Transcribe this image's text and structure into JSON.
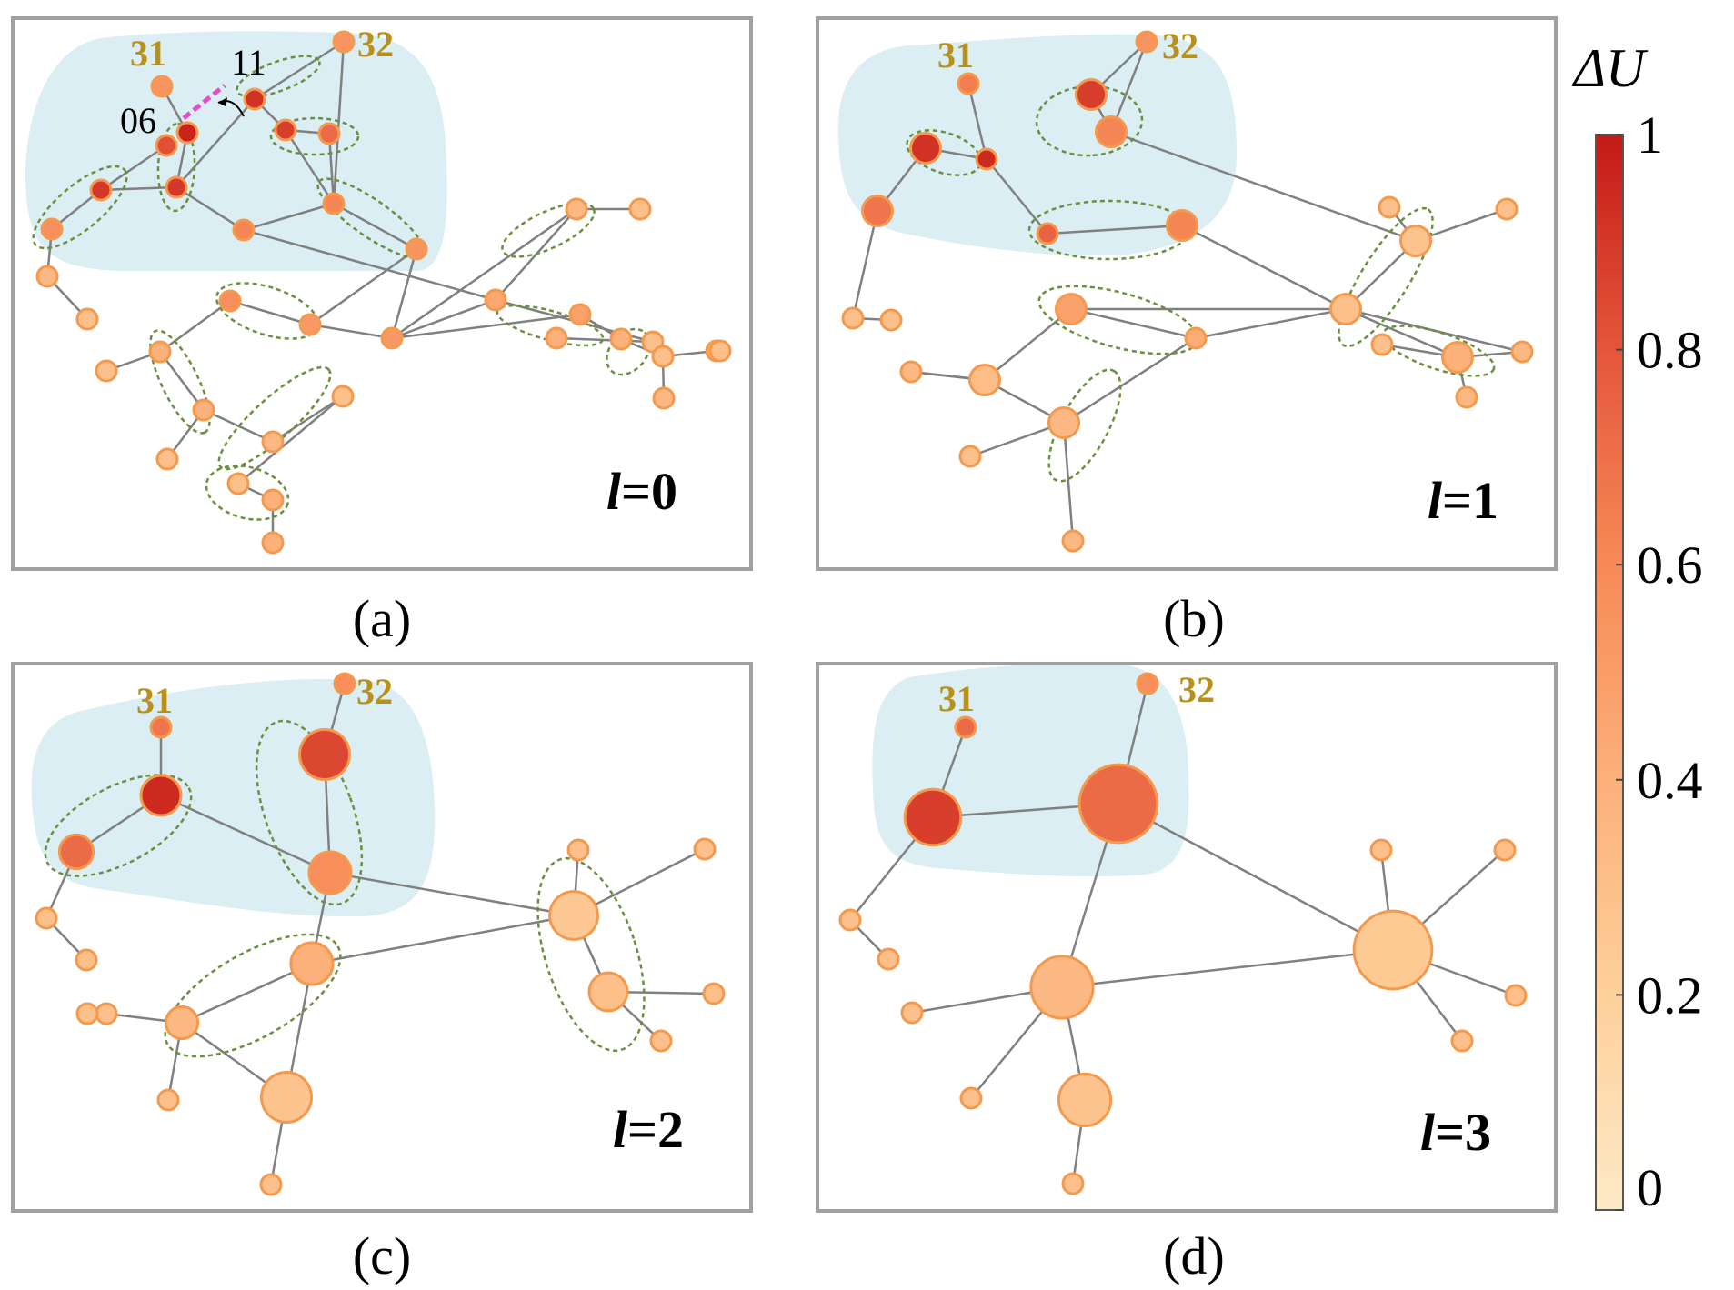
{
  "colorbar": {
    "title": "ΔU",
    "ticks": [
      {
        "value": 1,
        "label": "1"
      },
      {
        "value": 0.8,
        "label": "0.8"
      },
      {
        "value": 0.6,
        "label": "0.6"
      },
      {
        "value": 0.4,
        "label": "0.4"
      },
      {
        "value": 0.2,
        "label": "0.2"
      },
      {
        "value": 0,
        "label": "0"
      }
    ],
    "colors": [
      "#fde9c6",
      "#fdd09b",
      "#fcb07a",
      "#f68a57",
      "#e4563b",
      "#c41a16"
    ]
  },
  "panels": [
    {
      "id": "a",
      "caption": "(a)",
      "level_var": "l",
      "level_eq": "=0",
      "hub_labels": [
        "31",
        "32"
      ],
      "extra_labels": [
        "11",
        "06"
      ],
      "nodes": [
        {
          "v": 0.55,
          "s": 1.0
        },
        {
          "v": 0.55,
          "s": 1.0
        },
        {
          "v": 0.82,
          "s": 1.0
        },
        {
          "v": 0.92,
          "s": 1.0
        },
        {
          "v": 0.97,
          "s": 1.0
        },
        {
          "v": 0.9,
          "s": 1.0
        },
        {
          "v": 0.9,
          "s": 1.0
        },
        {
          "v": 0.58,
          "s": 1.0
        },
        {
          "v": 0.72,
          "s": 1.0
        },
        {
          "v": 0.88,
          "s": 1.0
        },
        {
          "v": 0.62,
          "s": 1.0
        },
        {
          "v": 0.62,
          "s": 1.0
        },
        {
          "v": 0.55,
          "s": 1.0
        },
        {
          "v": 0.58,
          "s": 1.0
        },
        {
          "v": 0.52,
          "s": 1.0
        },
        {
          "v": 0.52,
          "s": 1.0
        },
        {
          "v": 0.45,
          "s": 1.0
        },
        {
          "v": 0.35,
          "s": 1.0
        },
        {
          "v": 0.3,
          "s": 1.0
        },
        {
          "v": 0.48,
          "s": 1.0
        },
        {
          "v": 0.3,
          "s": 1.0
        },
        {
          "v": 0.4,
          "s": 1.0
        },
        {
          "v": 0.4,
          "s": 1.0
        },
        {
          "v": 0.35,
          "s": 1.0
        },
        {
          "v": 0.35,
          "s": 1.0
        },
        {
          "v": 0.4,
          "s": 1.0
        },
        {
          "v": 0.4,
          "s": 1.0
        },
        {
          "v": 0.35,
          "s": 1.0
        },
        {
          "v": 0.3,
          "s": 1.0
        },
        {
          "v": 0.3,
          "s": 1.0
        },
        {
          "v": 0.3,
          "s": 1.0
        },
        {
          "v": 0.3,
          "s": 1.0
        },
        {
          "v": 0.4,
          "s": 1.0
        },
        {
          "v": 0.4,
          "s": 1.0
        },
        {
          "v": 0.35,
          "s": 1.0
        },
        {
          "v": 0.3,
          "s": 1.0
        },
        {
          "v": 0.35,
          "s": 1.0
        },
        {
          "v": 0.3,
          "s": 1.0
        },
        {
          "v": 0.3,
          "s": 1.0
        }
      ]
    },
    {
      "id": "b",
      "caption": "(b)",
      "level_var": "l",
      "level_eq": "=1",
      "hub_labels": [
        "31",
        "32"
      ],
      "nodes": [
        {
          "v": 0.65,
          "s": 1.0
        },
        {
          "v": 0.55,
          "s": 1.0
        },
        {
          "v": 0.92,
          "s": 1.5
        },
        {
          "v": 0.95,
          "s": 1.0
        },
        {
          "v": 0.88,
          "s": 1.5
        },
        {
          "v": 0.68,
          "s": 1.5
        },
        {
          "v": 0.62,
          "s": 1.5
        },
        {
          "v": 0.75,
          "s": 1.0
        },
        {
          "v": 0.62,
          "s": 1.5
        },
        {
          "v": 0.48,
          "s": 1.5
        },
        {
          "v": 0.42,
          "s": 1.0
        },
        {
          "v": 0.32,
          "s": 1.5
        },
        {
          "v": 0.35,
          "s": 1.5
        },
        {
          "v": 0.28,
          "s": 1.5
        },
        {
          "v": 0.4,
          "s": 1.5
        },
        {
          "v": 0.3,
          "s": 1.5
        },
        {
          "v": 0.3,
          "s": 1.0
        },
        {
          "v": 0.3,
          "s": 1.0
        },
        {
          "v": 0.3,
          "s": 1.0
        },
        {
          "v": 0.35,
          "s": 1.0
        },
        {
          "v": 0.35,
          "s": 1.0
        },
        {
          "v": 0.35,
          "s": 1.0
        },
        {
          "v": 0.35,
          "s": 1.0
        },
        {
          "v": 0.3,
          "s": 1.0
        },
        {
          "v": 0.3,
          "s": 1.0
        },
        {
          "v": 0.3,
          "s": 1.0
        }
      ]
    },
    {
      "id": "c",
      "caption": "(c)",
      "level_var": "l",
      "level_eq": "=2",
      "hub_labels": [
        "31",
        "32"
      ],
      "nodes": [
        {
          "v": 0.68,
          "s": 1.0
        },
        {
          "v": 0.58,
          "s": 1.0
        },
        {
          "v": 0.95,
          "s": 2.0
        },
        {
          "v": 0.72,
          "s": 1.7
        },
        {
          "v": 0.85,
          "s": 2.5
        },
        {
          "v": 0.58,
          "s": 2.1
        },
        {
          "v": 0.4,
          "s": 2.1
        },
        {
          "v": 0.35,
          "s": 1.6
        },
        {
          "v": 0.28,
          "s": 2.5
        },
        {
          "v": 0.25,
          "s": 2.4
        },
        {
          "v": 0.3,
          "s": 1.9
        },
        {
          "v": 0.3,
          "s": 1.0
        },
        {
          "v": 0.3,
          "s": 1.0
        },
        {
          "v": 0.3,
          "s": 1.0
        },
        {
          "v": 0.3,
          "s": 1.0
        },
        {
          "v": 0.3,
          "s": 1.0
        },
        {
          "v": 0.3,
          "s": 1.0
        },
        {
          "v": 0.3,
          "s": 1.0
        },
        {
          "v": 0.3,
          "s": 1.0
        },
        {
          "v": 0.3,
          "s": 1.0
        },
        {
          "v": 0.3,
          "s": 1.0
        }
      ]
    },
    {
      "id": "d",
      "caption": "(d)",
      "level_var": "l",
      "level_eq": "=3",
      "hub_labels": [
        "31",
        "32"
      ],
      "nodes": [
        {
          "v": 0.72,
          "s": 1.0
        },
        {
          "v": 0.58,
          "s": 1.0
        },
        {
          "v": 0.88,
          "s": 2.8
        },
        {
          "v": 0.72,
          "s": 3.9
        },
        {
          "v": 0.35,
          "s": 3.1
        },
        {
          "v": 0.28,
          "s": 2.6
        },
        {
          "v": 0.24,
          "s": 3.9
        },
        {
          "v": 0.3,
          "s": 1.0
        },
        {
          "v": 0.3,
          "s": 1.0
        },
        {
          "v": 0.3,
          "s": 1.0
        },
        {
          "v": 0.3,
          "s": 1.0
        },
        {
          "v": 0.3,
          "s": 1.0
        },
        {
          "v": 0.3,
          "s": 1.0
        },
        {
          "v": 0.3,
          "s": 1.0
        },
        {
          "v": 0.3,
          "s": 1.0
        },
        {
          "v": 0.3,
          "s": 1.0
        }
      ]
    }
  ]
}
